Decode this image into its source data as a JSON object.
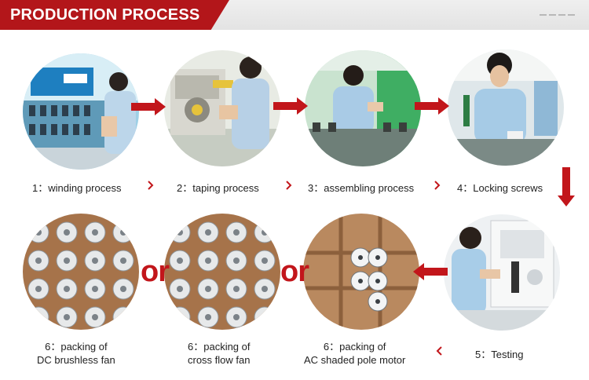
{
  "header": {
    "title": "PRODUCTION PROCESS"
  },
  "top_steps": [
    {
      "label": "1：winding process",
      "icon": "winding-machine-photo"
    },
    {
      "label": "2：taping process",
      "icon": "taping-machine-photo"
    },
    {
      "label": "3：assembling process",
      "icon": "assembly-line-photo"
    },
    {
      "label": "4：Locking screws",
      "icon": "locking-screws-photo"
    }
  ],
  "bottom_steps": [
    {
      "line1": "6：packing of",
      "line2": "DC brushless fan"
    },
    {
      "line1": "6：packing of",
      "line2": "cross flow fan"
    },
    {
      "line1": "6：packing of",
      "line2": "AC shaded pole motor"
    },
    {
      "line1": "5：Testing",
      "line2": ""
    }
  ],
  "or_word": "or",
  "colors": {
    "accent_red": "#c2161b",
    "header_red": "#b3161a",
    "text": "#222222"
  }
}
